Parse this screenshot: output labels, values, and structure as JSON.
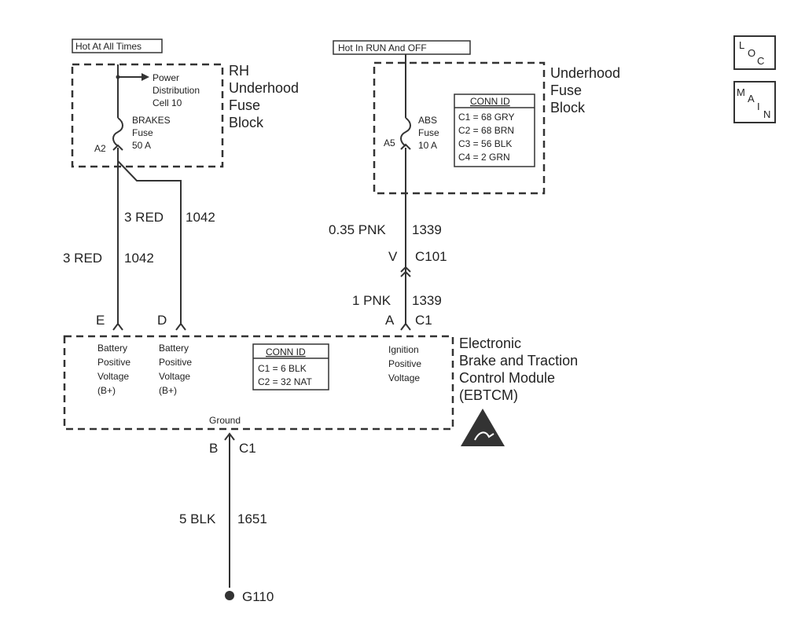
{
  "header": {
    "hot_at_all_times": "Hot At All Times",
    "hot_in_run_and_off": "Hot In RUN And OFF"
  },
  "nav_icons": {
    "loc": [
      "L",
      "O",
      "C"
    ],
    "main": [
      "M",
      "A",
      "I",
      "N"
    ]
  },
  "rh_fuse_block": {
    "title": [
      "RH",
      "Underhood",
      "Fuse",
      "Block"
    ],
    "power_dist": [
      "Power",
      "Distribution",
      "Cell 10"
    ],
    "fuse": [
      "BRAKES",
      "Fuse",
      "50 A"
    ],
    "pin": "A2"
  },
  "underhood_fuse_block": {
    "title": [
      "Underhood",
      "Fuse",
      "Block"
    ],
    "fuse": [
      "ABS",
      "Fuse",
      "10 A"
    ],
    "pin": "A5",
    "conn_id_title": "CONN ID",
    "conn_id": [
      "C1 = 68 GRY",
      "C2 = 68 BRN",
      "C3 = 56 BLK",
      "C4 = 2 GRN"
    ]
  },
  "wires": {
    "left_upper": {
      "gauge": "3 RED",
      "circuit": "1042"
    },
    "left_lower": {
      "gauge": "3 RED",
      "circuit": "1042"
    },
    "right_upper": {
      "gauge": "0.35 PNK",
      "circuit": "1339"
    },
    "right_connector": {
      "pin": "V",
      "name": "C101"
    },
    "right_lower": {
      "gauge": "1 PNK",
      "circuit": "1339"
    },
    "ground": {
      "gauge": "5 BLK",
      "circuit": "1651"
    }
  },
  "ebtcm": {
    "title": [
      "Electronic",
      "Brake and Traction",
      "Control Module",
      "(EBTCM)"
    ],
    "pin_e": "E",
    "pin_d": "D",
    "pin_a": "A",
    "pin_a_conn": "C1",
    "pin_b": "B",
    "pin_b_conn": "C1",
    "battery_e": [
      "Battery",
      "Positive",
      "Voltage",
      "(B+)"
    ],
    "battery_d": [
      "Battery",
      "Positive",
      "Voltage",
      "(B+)"
    ],
    "ignition": [
      "Ignition",
      "Positive",
      "Voltage"
    ],
    "ground_label": "Ground",
    "conn_id_title": "CONN ID",
    "conn_id": [
      "C1 = 6 BLK",
      "C2 = 32 NAT"
    ]
  },
  "ground_point": "G110"
}
